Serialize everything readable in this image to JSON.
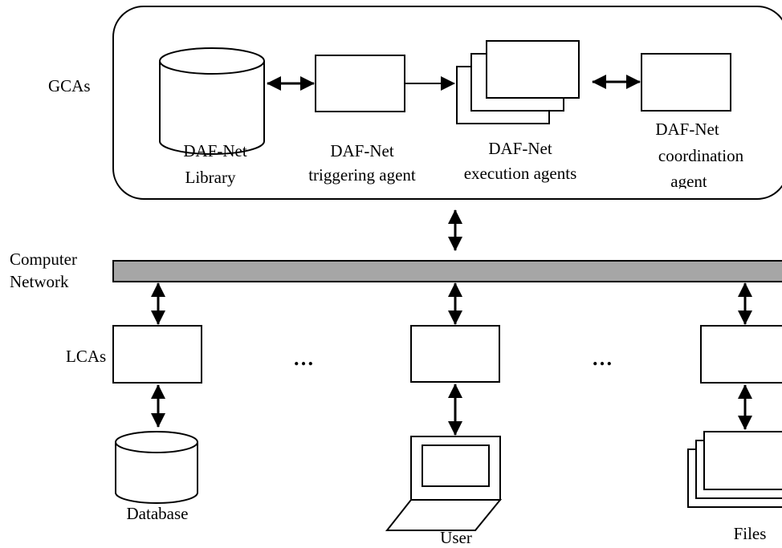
{
  "labels": {
    "gcas": "GCAs",
    "computer": "Computer",
    "network": "Network",
    "lcas": "LCAs",
    "library_line1": "DAF-Net",
    "library_line2": "Library",
    "triggering_line1": "DAF-Net",
    "triggering_line2": "triggering agent",
    "execution_line1": "DAF-Net",
    "execution_line2": "execution agents",
    "coordination_line1": "DAF-Net",
    "coordination_line2": "coordination",
    "coordination_line3": "agent",
    "database": "Database",
    "user": "User",
    "files": "Files",
    "ellipsis": "…"
  },
  "colors": {
    "network_bar": "#a6a6a6",
    "stroke": "#000000",
    "fill": "#ffffff"
  }
}
